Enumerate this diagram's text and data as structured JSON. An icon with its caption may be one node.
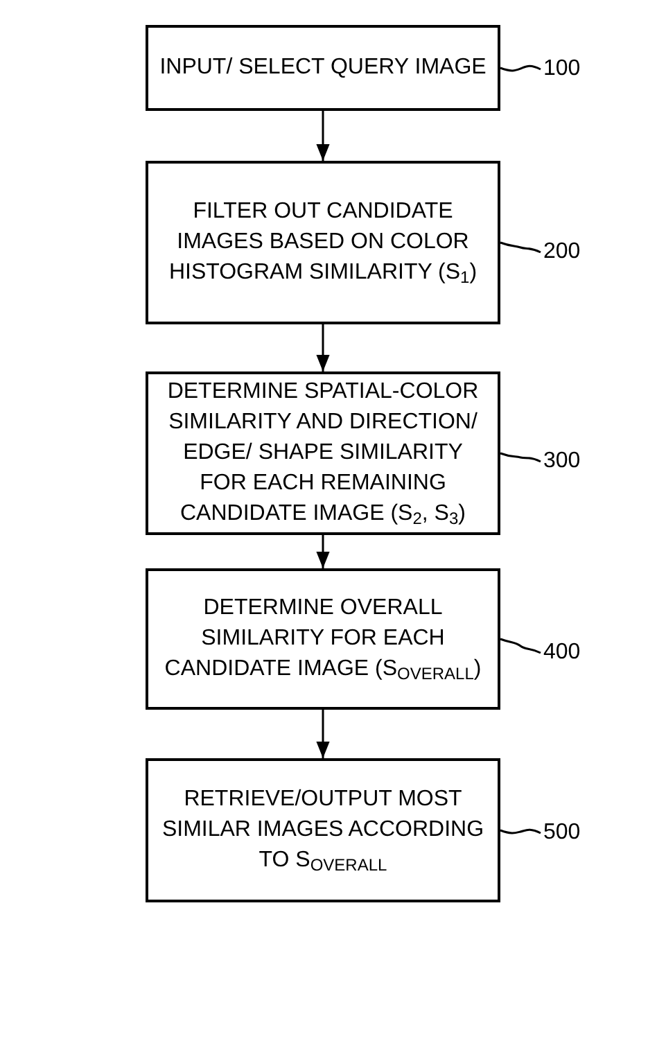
{
  "diagram": {
    "nodes": [
      {
        "text": [
          "INPUT/ SELECT QUERY IMAGE"
        ]
      },
      {
        "text": [
          "FILTER OUT CANDIDATE IMAGES BASED ON COLOR HISTOGRAM SIMILARITY (S$_{1}$)"
        ]
      },
      {
        "text": [
          "DETERMINE SPATIAL-COLOR SIMILARITY AND DIRECTION/ EDGE/ SHAPE SIMILARITY FOR EACH REMAINING CANDIDATE IMAGE (S$_{2}$, S$_{3}$)"
        ]
      },
      {
        "text": [
          "DETERMINE OVERALL SIMILARITY FOR EACH CANDIDATE IMAGE (S$_{OVERALL}$)"
        ]
      },
      {
        "text": [
          "RETRIEVE/OUTPUT MOST SIMILAR IMAGES ACCORDING TO S$_{OVERALL}$"
        ]
      },
      {
        "text": [
          "100"
        ]
      },
      {
        "text": [
          "200"
        ]
      },
      {
        "text": [
          "300"
        ]
      },
      {
        "text": [
          "400"
        ]
      },
      {
        "text": [
          "500"
        ]
      }
    ],
    "edges": [
      {
        "from": 0,
        "to": 1,
        "arrow": "to"
      },
      {
        "from": 1,
        "to": 2,
        "arrow": "to"
      },
      {
        "from": 2,
        "to": 3,
        "arrow": "to"
      },
      {
        "from": 3,
        "to": 4,
        "arrow": "to"
      },
      {
        "from": 5,
        "to": 0,
        "arrow": "none"
      },
      {
        "from": 6,
        "to": 1,
        "arrow": "none"
      },
      {
        "from": 7,
        "to": 2,
        "arrow": "none"
      },
      {
        "from": 8,
        "to": 3,
        "arrow": "none"
      },
      {
        "from": 9,
        "to": 4,
        "arrow": "none"
      }
    ]
  }
}
